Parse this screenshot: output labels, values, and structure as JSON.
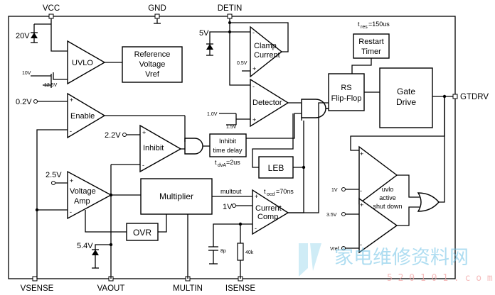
{
  "pins": {
    "vcc": "VCC",
    "gnd": "GND",
    "detin": "DETIN",
    "gtdrv": "GTDRV",
    "vsense": "VSENSE",
    "vaout": "VAOUT",
    "multin": "MULTIN",
    "isense": "ISENSE"
  },
  "blocks": {
    "uvlo": "UVLO",
    "reference": [
      "Reference",
      "Voltage",
      "Vref"
    ],
    "enable": "Enable",
    "inhibit": "Inhibit",
    "voltage_amp": [
      "Voltage",
      "Amp"
    ],
    "multiplier": "Multiplier",
    "ovr": "OVR",
    "clamp_current": [
      "Clamp",
      "Current"
    ],
    "detector": "Detector",
    "rs_flipflop": [
      "RS",
      "Flip-Flop"
    ],
    "restart_timer": [
      "Restart",
      "Timer"
    ],
    "gate_drive": [
      "Gate",
      "Drive"
    ],
    "inhibit_delay": [
      "Inhibit",
      "time delay"
    ],
    "leb": "LEB",
    "current_comp": [
      "Current",
      "Comp"
    ],
    "uvlo_shutdown": [
      "uvlo",
      "active",
      "shut down"
    ]
  },
  "labels": {
    "v20": "20V",
    "v02": "0.2V",
    "v22": "2.2V",
    "v25": "2.5V",
    "v54": "5.4V",
    "v5": "5V",
    "v1": "1V",
    "uvlo_10v": "10V",
    "uvlo_125v": "12.5V",
    "clamp_05v": "0.5V",
    "det_10v": "1.0V",
    "det_15v": "1.5V",
    "sd_1v": "1V",
    "sd_35v": "3.5V",
    "sd_vref": "Vref",
    "multout": "multout",
    "t_res_main": "t",
    "t_res_sub": "res",
    "t_res_val": "=150us",
    "t_ocd_main": "t",
    "t_ocd_sub": "ocd",
    "t_ocd_val": "=70ns",
    "t_dva_main": "t",
    "t_dva_sub": "dvA",
    "t_dva_val": "=2us",
    "cap": "8p",
    "res": "40k",
    "plus": "+",
    "minus": "-"
  },
  "watermark": {
    "text": "家电维修资料网",
    "url": "5 2 0 1 0 1 . c o m"
  }
}
